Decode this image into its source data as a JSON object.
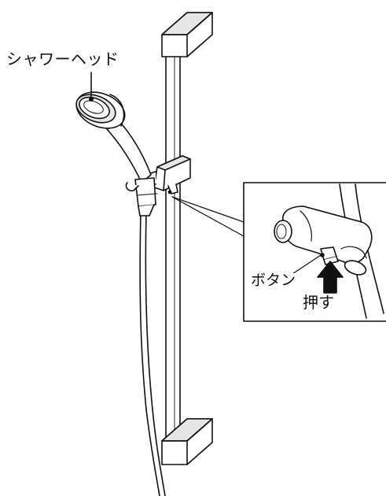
{
  "labels": {
    "shower_head": "シャワーヘッド",
    "button": "ボタン",
    "push": "押す"
  },
  "colors": {
    "line": "#111111",
    "fill": "#ffffff",
    "shade": "#e6e6e6",
    "arrow": "#111111"
  }
}
